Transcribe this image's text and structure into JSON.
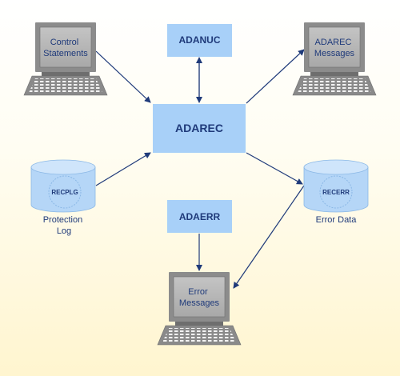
{
  "nodes": {
    "adarec": "ADAREC",
    "adanuc": "ADANUC",
    "adaerr": "ADAERR",
    "control_statements": [
      "Control",
      "Statements"
    ],
    "adarec_messages": [
      "ADAREC",
      "Messages"
    ],
    "error_messages": [
      "Error",
      "Messages"
    ],
    "recplg": "RECPLG",
    "recerr": "RECERR",
    "protection_log": [
      "Protection",
      "Log"
    ],
    "error_data": "Error Data"
  },
  "colors": {
    "box_fill": "#a8d0f8",
    "box_text": "#1f3a7a",
    "arrow": "#1f3a7a",
    "terminal": "#8c8c8c",
    "screen": "#b8b8b8",
    "db_fill": "#b5d6f7"
  }
}
